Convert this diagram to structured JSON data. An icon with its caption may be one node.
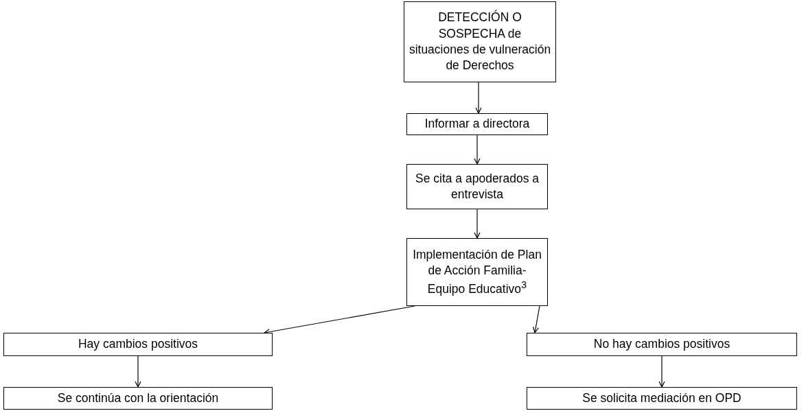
{
  "diagram": {
    "nodes": [
      {
        "text": [
          "DETECCIÓN O SOSPECHA de situaciones de vulneración de Derechos"
        ]
      },
      {
        "text": [
          "Informar a directora"
        ]
      },
      {
        "text": [
          "Se cita a apoderados a entrevista"
        ]
      },
      {
        "text": [
          "Implementación de Plan de Acción Familia-Equipo Educativo$^{3}$"
        ]
      },
      {
        "text": [
          "Hay cambios positivos"
        ]
      },
      {
        "text": [
          "Se continúa con la orientación"
        ]
      },
      {
        "text": [
          "No hay cambios positivos"
        ]
      },
      {
        "text": [
          "Se solicita mediación en OPD"
        ]
      }
    ],
    "edges": [
      {
        "from": 0,
        "to": 1,
        "arrow": "to"
      },
      {
        "from": 1,
        "to": 2,
        "arrow": "to"
      },
      {
        "from": 2,
        "to": 3,
        "arrow": "to"
      },
      {
        "from": 3,
        "to": 4,
        "arrow": "to"
      },
      {
        "from": 3,
        "to": 6,
        "arrow": "to"
      },
      {
        "from": 4,
        "to": 5,
        "arrow": "to"
      },
      {
        "from": 6,
        "to": 7,
        "arrow": "to"
      }
    ]
  }
}
